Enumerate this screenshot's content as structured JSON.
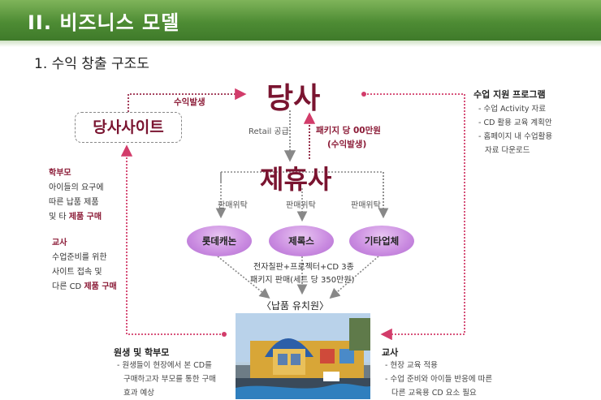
{
  "header": {
    "title": "II. 비즈니스 모델"
  },
  "subtitle": "1. 수익 창출 구조도",
  "nodes": {
    "hq": "당사",
    "site": "당사사이트",
    "partner": "제휴사",
    "partners": [
      "롯데캐논",
      "제록스",
      "기타업체"
    ],
    "kindergarten": "〈납품 유치원〉"
  },
  "labels": {
    "revenue_top": "수익발생",
    "retail": "Retail 공급",
    "package_price": "패키지 당 00만원",
    "revenue_paren": "(수익발생)",
    "sales_consign": "판매위탁",
    "product_line1": "전자칠판+프로젝터+CD 3종",
    "product_line2": "패키지 판매(세트 당 350만원)"
  },
  "left_panel": {
    "parents_title": "학부모",
    "parents_lines": [
      "아이들의 요구에",
      "따른 납품 제품"
    ],
    "parents_last_prefix": "및 타 ",
    "parents_last_highlight": "제품 구매",
    "teacher_title": "교사",
    "teacher_lines": [
      "수업준비를 위한",
      "사이트 접속 및"
    ],
    "teacher_last_prefix": "다른 CD ",
    "teacher_last_highlight": "제품 구매"
  },
  "right_panel": {
    "title": "수업 지원 프로그램",
    "items": [
      "- 수업 Activity 자료",
      "- CD 활용 교육 계획안",
      "- 홈페이지 내 수업활용",
      "자료 다운로드"
    ]
  },
  "bottom_left": {
    "title": "원생 및 학부모",
    "items": [
      "- 원생들이 현장에서 본 CD를",
      "구매하고자 부모를 통한 구매",
      "효과 예상"
    ]
  },
  "bottom_right": {
    "title": "교사",
    "items": [
      "- 현장 교육 적용",
      "- 수업 준비와 아이들 반응에 따른",
      "다른 교육용 CD 요소 필요"
    ]
  },
  "colors": {
    "header_green": "#4e8c34",
    "accent_red": "#8b1a36",
    "oval_purple": "#c98ae0"
  }
}
